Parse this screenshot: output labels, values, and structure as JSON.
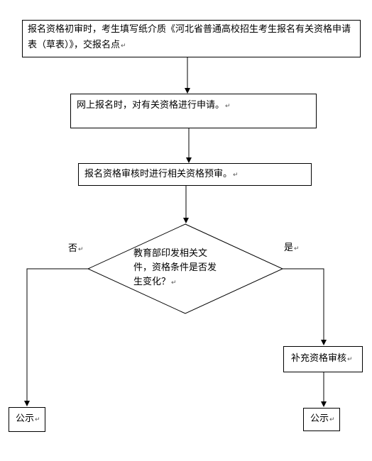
{
  "diagram": {
    "nodes": {
      "step1": {
        "text": "报名资格初审时，考生填写纸介质《河北省普通高校招生考生报名有关资格申请表（草表）》，交报名点",
        "mark": "↵"
      },
      "step2": {
        "text": "网上报名时，对有关资格进行申请。",
        "mark": "↵"
      },
      "step3": {
        "text": "报名资格审核时进行相关资格预审。",
        "mark": "↵"
      },
      "decision": {
        "lines": [
          "教育部印发相关文",
          "件，资格条件是否发",
          "生变化？"
        ],
        "mark": "↵"
      },
      "supplement": {
        "text": "补充资格审核",
        "mark": "↵"
      },
      "publicity_left": {
        "text": "公示",
        "mark": "↵"
      },
      "publicity_right": {
        "text": "公示",
        "mark": "↵"
      }
    },
    "edge_labels": {
      "no": "否",
      "yes": "是",
      "mark": "↵"
    },
    "colors": {
      "line": "#000000",
      "background": "#ffffff"
    }
  }
}
